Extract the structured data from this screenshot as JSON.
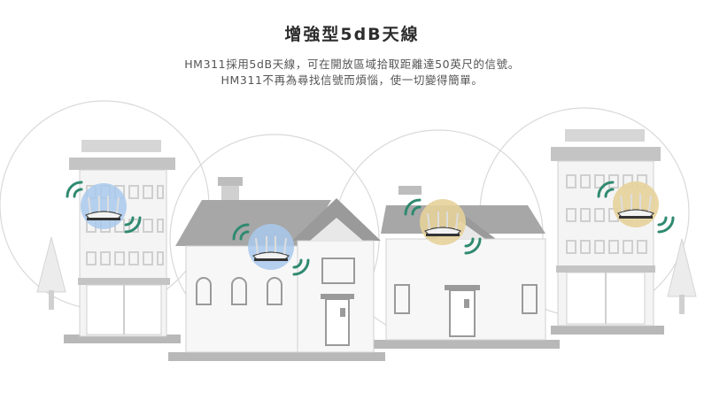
{
  "header": {
    "title": "增強型5dB天線",
    "description_line1": "HM311採用5dB天線，可在開放區域拾取距離達50英尺的信號。",
    "description_line2": "HM311不再為尋找信號而煩惱，使一切變得簡單。"
  },
  "colors": {
    "router_blue_glow": "#a9c9ec",
    "router_gold_glow": "#e6d29a",
    "wifi_green": "#2f8a70",
    "building_gray": "#c9c9c9"
  },
  "icons": [
    "wifi-icon",
    "router-icon",
    "tree-icon"
  ]
}
